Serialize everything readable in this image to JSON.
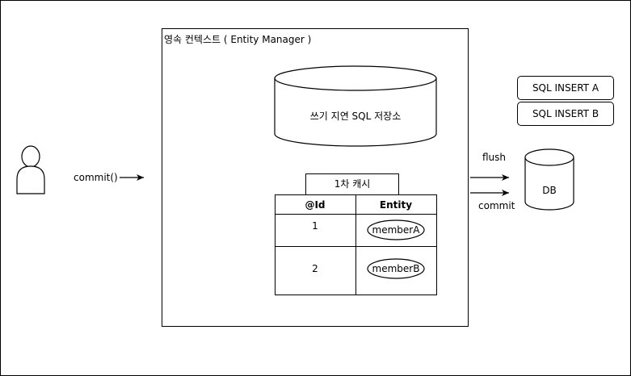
{
  "persistence_context": {
    "title": "영속 컨텍스트 ( Entity Manager )"
  },
  "write_behind_store": {
    "label": "쓰기 지연 SQL 저장소"
  },
  "first_level_cache": {
    "label": "1차 캐시",
    "columns": [
      "@Id",
      "Entity"
    ],
    "rows": [
      {
        "id": "1",
        "entity": "memberA"
      },
      {
        "id": "2",
        "entity": "memberB"
      }
    ]
  },
  "client": {
    "action_label": "commit()"
  },
  "sql_queue": [
    "SQL INSERT A",
    "SQL INSERT B"
  ],
  "database": {
    "label": "DB"
  },
  "arrows": {
    "flush_label": "flush",
    "commit_label": "commit"
  }
}
